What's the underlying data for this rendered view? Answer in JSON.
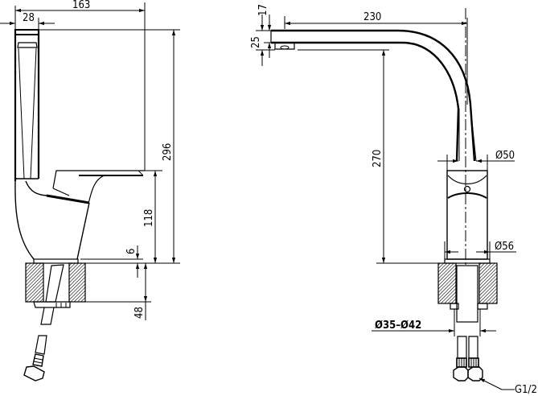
{
  "diagram": {
    "type": "technical-drawing",
    "subject": "single-lever kitchen faucet",
    "colors": {
      "line": "#000000",
      "background": "#ffffff",
      "hatch": "#000000"
    },
    "side_view": {
      "dimensions": {
        "total_width": "163",
        "lever_width": "28",
        "total_height": "296",
        "spout_outlet_height": "118",
        "base_gap": "6",
        "max_counter_thickness": "48"
      }
    },
    "front_view": {
      "dimensions": {
        "spout_reach": "230",
        "spout_thickness": "25",
        "aerator_offset": "17",
        "spout_clearance": "270",
        "neck_diameter": "Ø50",
        "base_diameter": "Ø56",
        "mounting_hole": "Ø35–Ø42",
        "thread": "G1/2"
      }
    }
  }
}
